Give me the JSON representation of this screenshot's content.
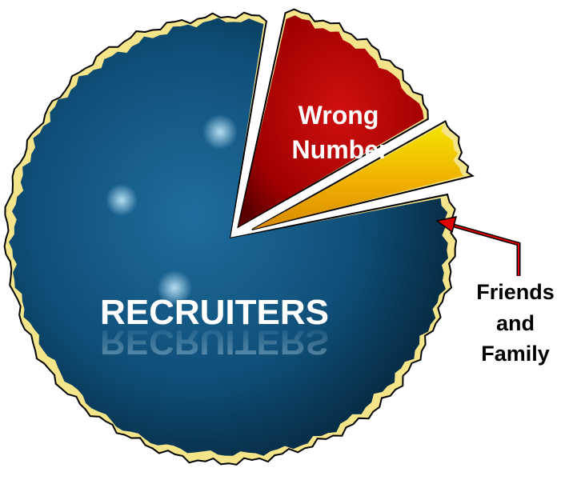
{
  "chart_data": {
    "type": "pie",
    "slices": [
      {
        "label": "RECRUITERS",
        "value": 83,
        "color": "#0f4f78"
      },
      {
        "label": "Wrong Number",
        "value": 13,
        "color": "#b00000"
      },
      {
        "label": "Friends and Family",
        "value": 4,
        "color": "#f0c000"
      }
    ],
    "annotation": {
      "text": [
        "Friends",
        "and",
        "Family"
      ],
      "arrow_color": "#e00000"
    }
  }
}
